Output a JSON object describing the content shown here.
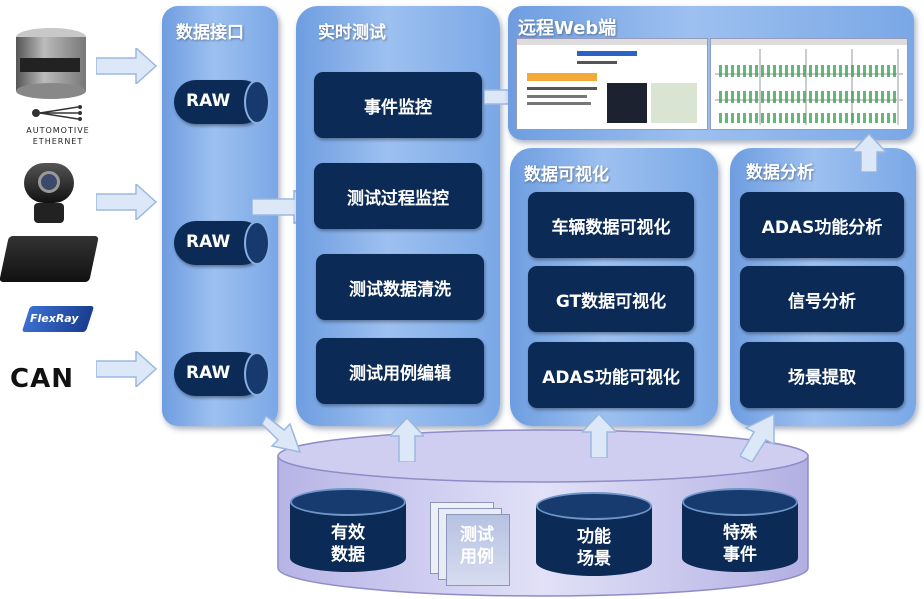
{
  "sources": {
    "automotive_ethernet_line1": "Automotive",
    "automotive_ethernet_line2": "Ethernet",
    "flexray": "FlexRay",
    "can": "CAN"
  },
  "data_interface": {
    "title": "数据接口",
    "raw_labels": [
      "RAW",
      "RAW",
      "RAW"
    ]
  },
  "realtime_test": {
    "title": "实时测试",
    "items": [
      "事件监控",
      "测试过程监控",
      "测试数据清洗",
      "测试用例编辑"
    ]
  },
  "remote_web": {
    "title": "远程Web端"
  },
  "visualization": {
    "title": "数据可视化",
    "items": [
      "车辆数据可视化",
      "GT数据可视化",
      "ADAS功能可视化"
    ]
  },
  "analysis": {
    "title": "数据分析",
    "items": [
      "ADAS功能分析",
      "信号分析",
      "场景提取"
    ]
  },
  "database": {
    "items": [
      {
        "line1": "有效",
        "line2": "数据"
      },
      {
        "line1": "测试",
        "line2": "用例"
      },
      {
        "line1": "功能",
        "line2": "场景"
      },
      {
        "line1": "特殊",
        "line2": "事件"
      }
    ]
  }
}
